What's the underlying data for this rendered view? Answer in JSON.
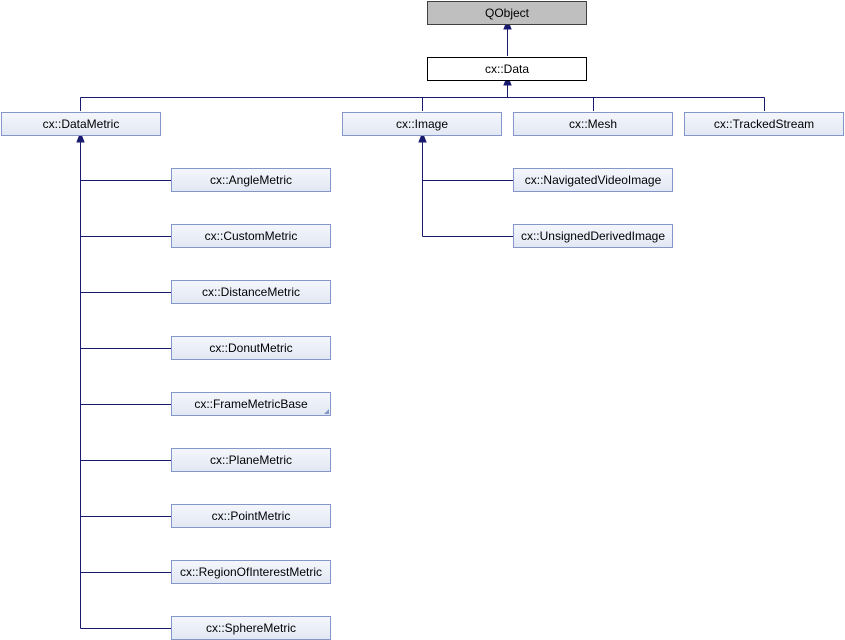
{
  "nodes": {
    "qobject": "QObject",
    "data": "cx::Data",
    "data_metric": "cx::DataMetric",
    "image": "cx::Image",
    "mesh": "cx::Mesh",
    "tracked_stream": "cx::TrackedStream",
    "angle_metric": "cx::AngleMetric",
    "custom_metric": "cx::CustomMetric",
    "distance_metric": "cx::DistanceMetric",
    "donut_metric": "cx::DonutMetric",
    "frame_metric_base": "cx::FrameMetricBase",
    "plane_metric": "cx::PlaneMetric",
    "point_metric": "cx::PointMetric",
    "region_of_interest_metric": "cx::RegionOfInterestMetric",
    "sphere_metric": "cx::SphereMetric",
    "navigated_video_image": "cx::NavigatedVideoImage",
    "unsigned_derived_image": "cx::UnsignedDerivedImage"
  },
  "colors": {
    "edge": "#191970",
    "node_border": "#8497c8",
    "root_fill": "#bfbfbf"
  }
}
